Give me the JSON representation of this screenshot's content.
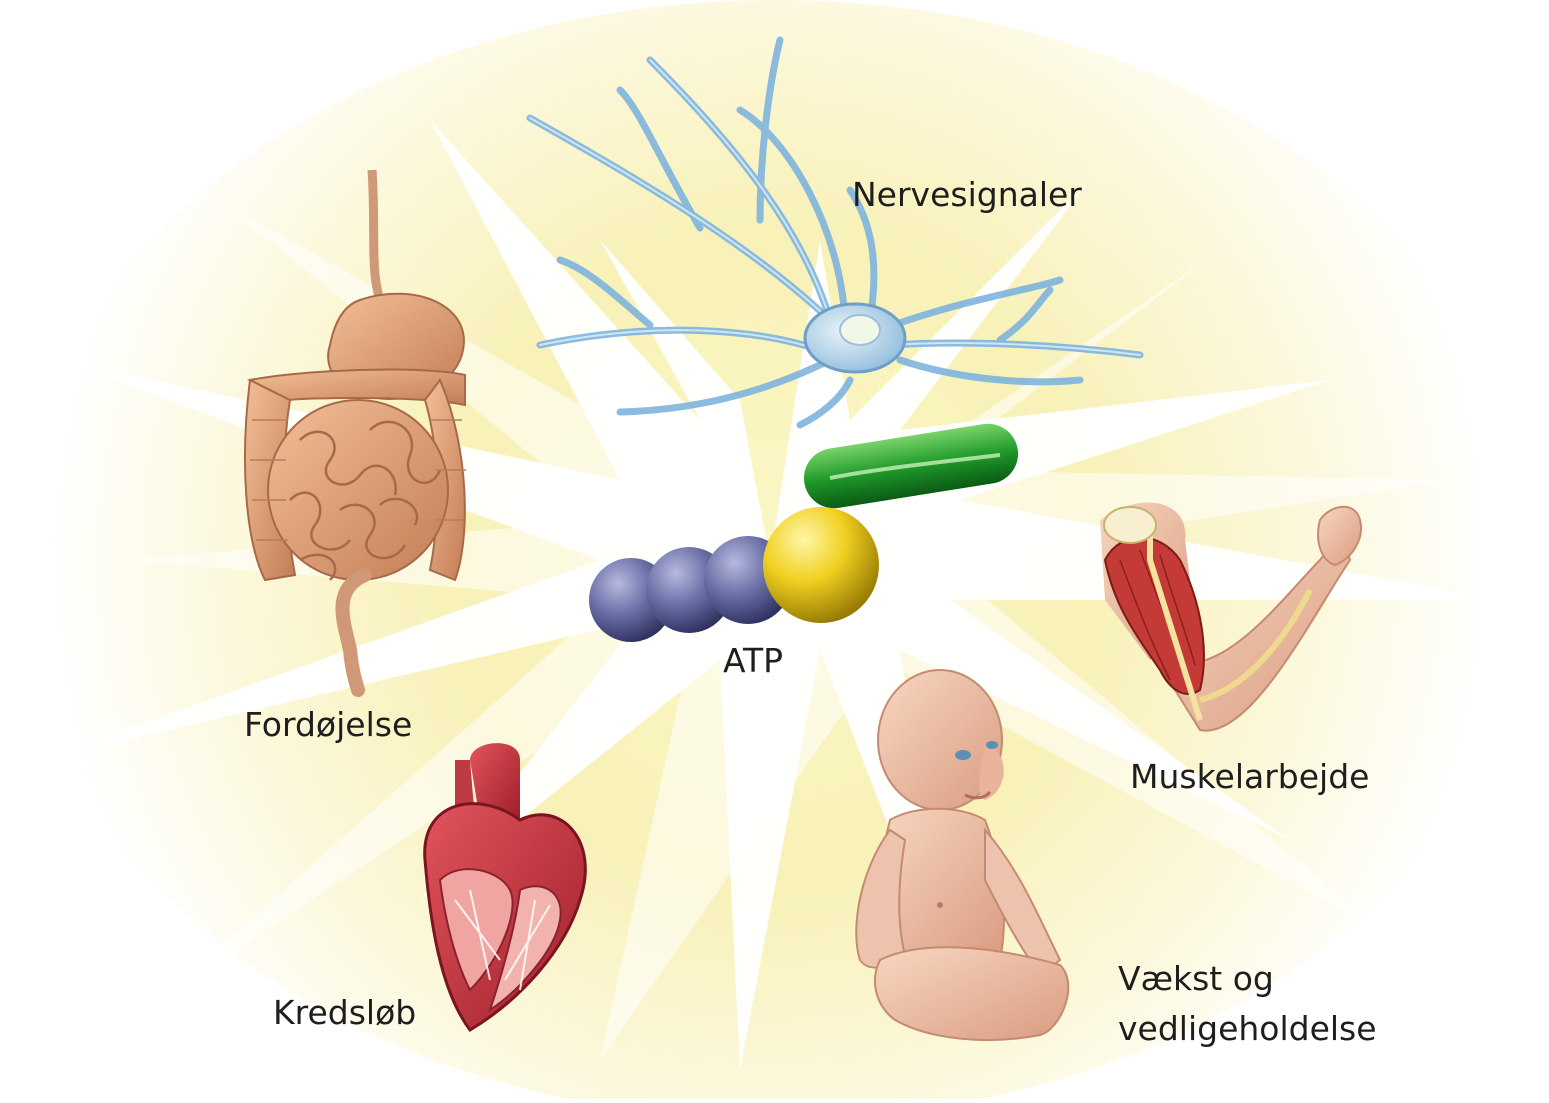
{
  "center": {
    "label": "ATP",
    "colors": {
      "adenosine": "#f0d020",
      "ribose": "#22a02a",
      "phosphate": "#6a6fa6",
      "glow": "#f7f2b4"
    }
  },
  "functions": [
    {
      "id": "nerve",
      "label": "Nervesignaler",
      "icon": "neuron-icon"
    },
    {
      "id": "muscle",
      "label": "Muskelarbejde",
      "icon": "arm-muscle-icon"
    },
    {
      "id": "growth",
      "label_lines": [
        "Vækst og",
        "vedligeholdelse"
      ],
      "icon": "baby-icon"
    },
    {
      "id": "circulation",
      "label": "Kredsløb",
      "icon": "heart-icon"
    },
    {
      "id": "digestion",
      "label": "Fordøjelse",
      "icon": "digestive-system-icon"
    }
  ]
}
